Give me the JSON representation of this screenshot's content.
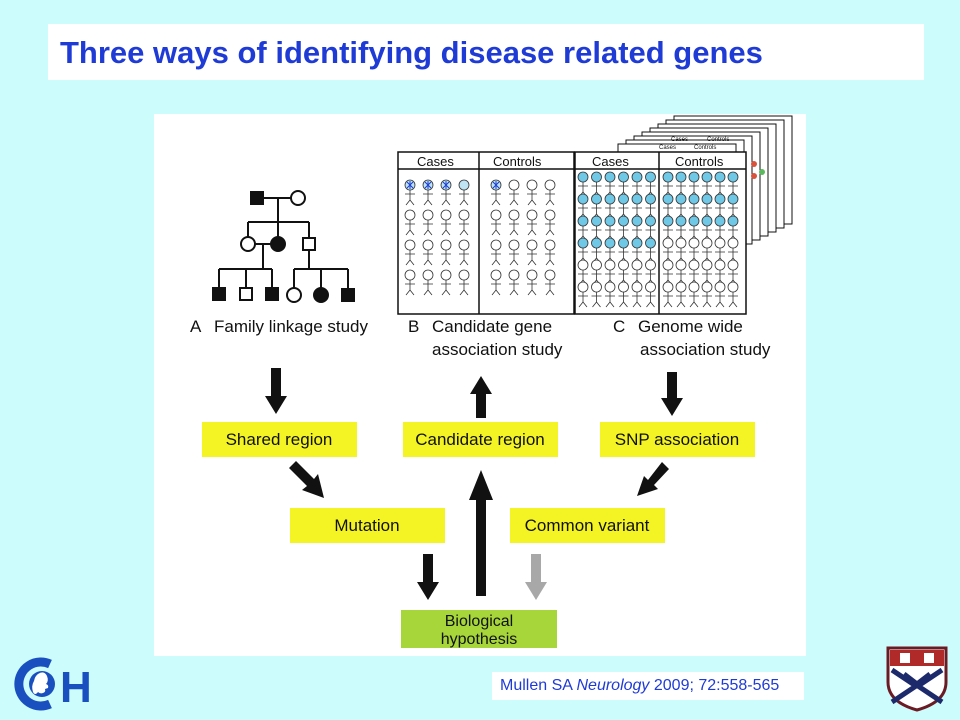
{
  "slide": {
    "title": "Three ways of identifying disease related genes"
  },
  "figure": {
    "panel_a": {
      "letter": "A",
      "caption": "Family linkage study"
    },
    "panel_b": {
      "letter": "B",
      "caption_line1": "Candidate gene",
      "caption_line2": "association study",
      "header_cases": "Cases",
      "header_controls": "Controls"
    },
    "panel_c": {
      "letter": "C",
      "caption_line1": "Genome wide",
      "caption_line2": "association study",
      "header_cases": "Cases",
      "header_controls": "Controls"
    },
    "boxes": {
      "shared_region": "Shared region",
      "candidate_region": "Candidate region",
      "snp_association": "SNP association",
      "mutation": "Mutation",
      "common_variant": "Common variant",
      "bio_line1": "Biological",
      "bio_line2": "hypothesis"
    },
    "colors": {
      "yellow_box": "#f4f425",
      "green_box": "#a6d63a",
      "snp_marker": "#6fc8e6",
      "affected": "#000000",
      "grey_arrow": "#a8a8a8"
    }
  },
  "citation": {
    "author": "Mullen SA ",
    "journal": "Neurology",
    "details": " 2009; 72:558-565"
  },
  "logos": {
    "left_letters": "CH",
    "left_icon": "child-silhouette-icon",
    "right_icon": "university-shield-icon"
  }
}
